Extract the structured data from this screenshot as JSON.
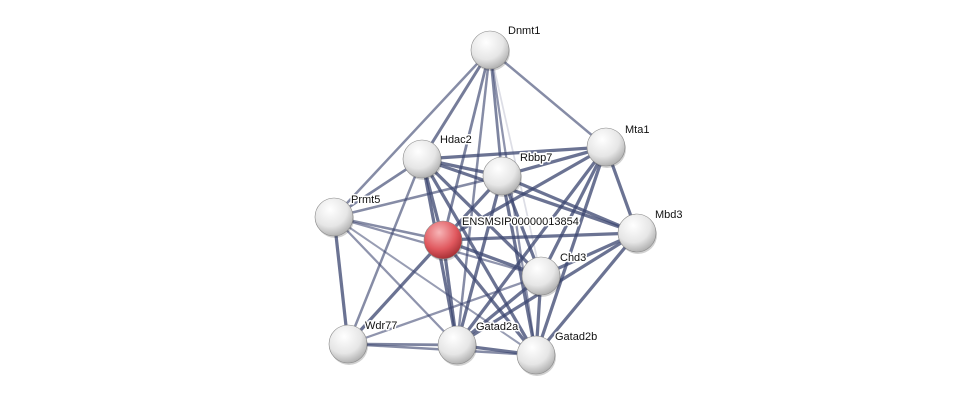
{
  "network": {
    "query_node": "ENSMSIP00000013854",
    "colors": {
      "query": "#e0585e",
      "node": "#e8e8e8",
      "edge": "#3c4670",
      "edge_light": "#b9bccb"
    },
    "nodes": [
      {
        "id": "Dnmt1",
        "label": "Dnmt1"
      },
      {
        "id": "Mta1",
        "label": "Mta1"
      },
      {
        "id": "Hdac2",
        "label": "Hdac2"
      },
      {
        "id": "Rbbp7",
        "label": "Rbbp7"
      },
      {
        "id": "Prmt5",
        "label": "Prmt5"
      },
      {
        "id": "ENSMSIP00000013854",
        "label": "ENSMSIP00000013854"
      },
      {
        "id": "Mbd3",
        "label": "Mbd3"
      },
      {
        "id": "Chd3",
        "label": "Chd3"
      },
      {
        "id": "Wdr77",
        "label": "Wdr77"
      },
      {
        "id": "Gatad2a",
        "label": "Gatad2a"
      },
      {
        "id": "Gatad2b",
        "label": "Gatad2b"
      }
    ],
    "edges": [
      [
        "Dnmt1",
        "Hdac2",
        0.8
      ],
      [
        "Dnmt1",
        "Rbbp7",
        0.7
      ],
      [
        "Dnmt1",
        "Mta1",
        0.6
      ],
      [
        "Dnmt1",
        "Prmt5",
        0.6
      ],
      [
        "Dnmt1",
        "ENSMSIP00000013854",
        0.7
      ],
      [
        "Dnmt1",
        "Chd3",
        0.3
      ],
      [
        "Dnmt1",
        "Gatad2a",
        0.6
      ],
      [
        "Dnmt1",
        "Gatad2b",
        0.5
      ],
      [
        "Mta1",
        "Hdac2",
        0.9
      ],
      [
        "Mta1",
        "Rbbp7",
        0.9
      ],
      [
        "Mta1",
        "ENSMSIP00000013854",
        0.9
      ],
      [
        "Mta1",
        "Mbd3",
        0.9
      ],
      [
        "Mta1",
        "Chd3",
        0.9
      ],
      [
        "Mta1",
        "Gatad2a",
        0.9
      ],
      [
        "Mta1",
        "Gatad2b",
        0.9
      ],
      [
        "Hdac2",
        "Rbbp7",
        0.9
      ],
      [
        "Hdac2",
        "Prmt5",
        0.7
      ],
      [
        "Hdac2",
        "ENSMSIP00000013854",
        0.9
      ],
      [
        "Hdac2",
        "Mbd3",
        0.9
      ],
      [
        "Hdac2",
        "Chd3",
        0.9
      ],
      [
        "Hdac2",
        "Gatad2a",
        0.9
      ],
      [
        "Hdac2",
        "Gatad2b",
        0.9
      ],
      [
        "Hdac2",
        "Wdr77",
        0.6
      ],
      [
        "Rbbp7",
        "Prmt5",
        0.6
      ],
      [
        "Rbbp7",
        "ENSMSIP00000013854",
        0.9
      ],
      [
        "Rbbp7",
        "Mbd3",
        0.9
      ],
      [
        "Rbbp7",
        "Chd3",
        0.9
      ],
      [
        "Rbbp7",
        "Gatad2a",
        0.9
      ],
      [
        "Rbbp7",
        "Gatad2b",
        0.9
      ],
      [
        "Prmt5",
        "ENSMSIP00000013854",
        0.6
      ],
      [
        "Prmt5",
        "Wdr77",
        0.9
      ],
      [
        "Prmt5",
        "Gatad2a",
        0.5
      ],
      [
        "Prmt5",
        "Chd3",
        0.5
      ],
      [
        "Prmt5",
        "Gatad2b",
        0.4
      ],
      [
        "ENSMSIP00000013854",
        "Mbd3",
        0.9
      ],
      [
        "ENSMSIP00000013854",
        "Chd3",
        0.9
      ],
      [
        "ENSMSIP00000013854",
        "Gatad2a",
        0.9
      ],
      [
        "ENSMSIP00000013854",
        "Gatad2b",
        0.9
      ],
      [
        "ENSMSIP00000013854",
        "Wdr77",
        0.9
      ],
      [
        "Mbd3",
        "Chd3",
        0.9
      ],
      [
        "Mbd3",
        "Gatad2a",
        0.9
      ],
      [
        "Mbd3",
        "Gatad2b",
        0.9
      ],
      [
        "Chd3",
        "Gatad2a",
        0.9
      ],
      [
        "Chd3",
        "Gatad2b",
        0.9
      ],
      [
        "Chd3",
        "Wdr77",
        0.5
      ],
      [
        "Wdr77",
        "Gatad2a",
        0.7
      ],
      [
        "Wdr77",
        "Gatad2b",
        0.6
      ],
      [
        "Gatad2a",
        "Gatad2b",
        0.9
      ]
    ]
  }
}
